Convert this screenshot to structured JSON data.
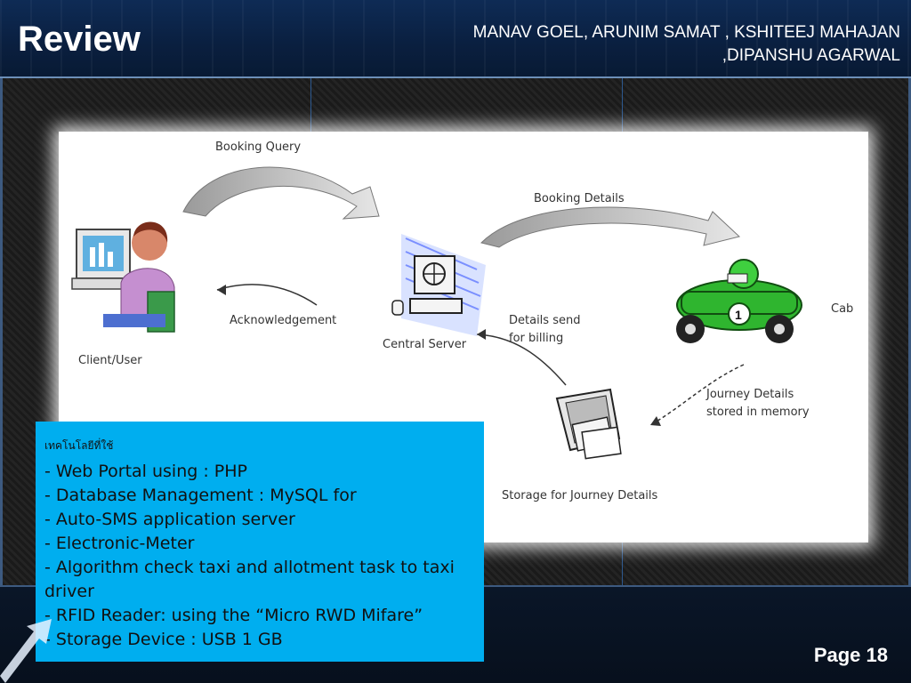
{
  "slide": {
    "title": "Review",
    "authors_line1": "MANAV GOEL, ARUNIM SAMAT , KSHITEEJ MAHAJAN",
    "authors_line2": ",DIPANSHU AGARWAL",
    "page": "Page 18"
  },
  "diagram": {
    "labels": {
      "booking_query": "Booking Query",
      "booking_details": "Booking Details",
      "acknowledgement": "Acknowledgement",
      "client_user": "Client/User",
      "central_server": "Central Server",
      "details_send": "Details send",
      "for_billing": "for billing",
      "cab": "Cab",
      "journey_details": "Journey Details",
      "stored_in_memory": "stored in memory",
      "storage": "Storage for Journey Details"
    }
  },
  "info_box": {
    "heading": "เทคโนโลยีที่ใช้",
    "items": [
      "- Web Portal using : PHP",
      "- Database Management : MySQL for",
      "- Auto-SMS application server",
      "- Electronic-Meter",
      "- Algorithm check taxi and allotment task to taxi driver",
      "- RFID Reader: using the “Micro RWD Mifare”",
      "- Storage Device : USB 1 GB"
    ]
  },
  "colors": {
    "info_box_bg": "#00aeef",
    "header_bg": "#0e2b55",
    "car_green": "#2fb52f"
  }
}
